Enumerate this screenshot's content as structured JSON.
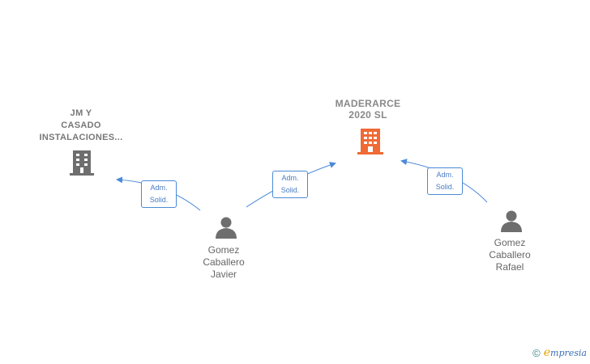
{
  "companies": [
    {
      "id": "jm",
      "lines": [
        "JM Y",
        "CASADO",
        "INSTALACIONES..."
      ],
      "color": "#6e6e6e"
    },
    {
      "id": "maderarce",
      "lines": [
        "MADERARCE",
        "2020  SL"
      ],
      "color": "#f06a35"
    }
  ],
  "people": [
    {
      "id": "javier",
      "lines": [
        "Gomez",
        "Caballero",
        "Javier"
      ]
    },
    {
      "id": "rafael",
      "lines": [
        "Gomez",
        "Caballero",
        "Rafael"
      ]
    }
  ],
  "edges": [
    {
      "from": "javier",
      "to": "jm",
      "label": [
        "Adm.",
        "Solid."
      ]
    },
    {
      "from": "javier",
      "to": "maderarce",
      "label": [
        "Adm.",
        "Solid."
      ]
    },
    {
      "from": "rafael",
      "to": "maderarce",
      "label": [
        "Adm.",
        "Solid."
      ]
    }
  ],
  "footer": {
    "copyright_symbol": "©",
    "brand_initial": "e",
    "brand_rest": "mpresia"
  },
  "colors": {
    "edge": "#4a8ad8",
    "person": "#6e6e6e"
  }
}
